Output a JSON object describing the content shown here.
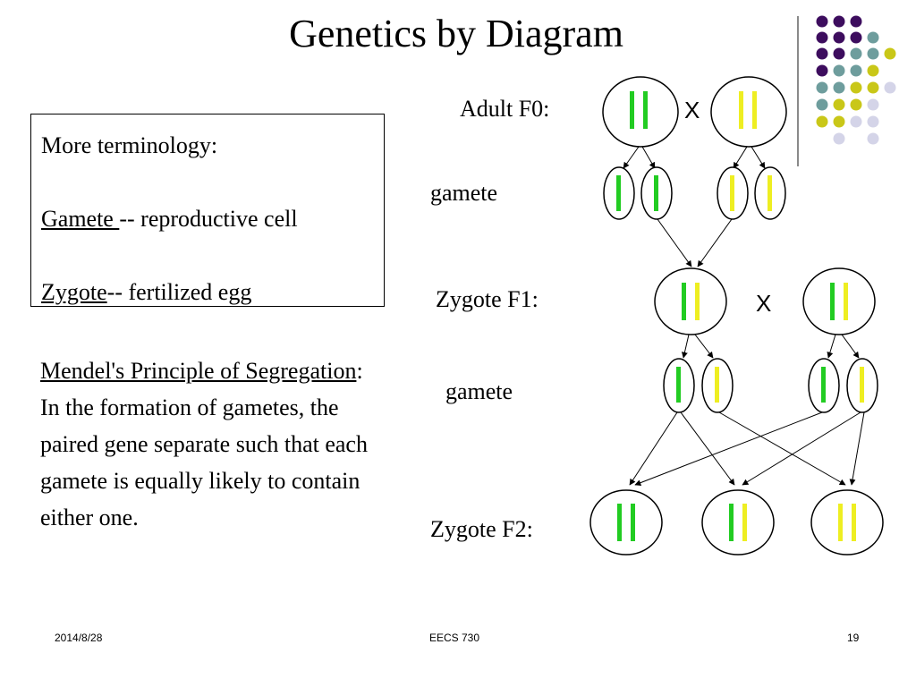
{
  "slide": {
    "title": "Genetics by Diagram",
    "terms_box": {
      "heading": "More terminology:",
      "gamete_term": "Gamete ",
      "gamete_def": "-- reproductive cell",
      "zygote_term": "Zygote",
      "zygote_def": "-- fertilized egg"
    },
    "mendel": {
      "term": "Mendel's Principle of Segregation",
      "text": ":  In the formation of gametes, the paired gene separate such that each gamete is equally likely to contain either one."
    },
    "labels": {
      "adult_f0": "Adult F0:",
      "gamete_1": "gamete",
      "zygote_f1": "Zygote F1:",
      "gamete_2": "gamete",
      "zygote_f2": "Zygote F2:",
      "cross_1": "X",
      "cross_2": "X"
    },
    "footer": {
      "date": "2014/8/28",
      "course": "EECS 730",
      "page": "19"
    }
  },
  "colors": {
    "green_gene": "#22cc22",
    "yellow_gene": "#eeee22",
    "dot_purple": "#3d0d5e",
    "dot_teal": "#6e9d9d",
    "dot_olive": "#c9c718",
    "dot_lavender": "#d4d4e8"
  }
}
